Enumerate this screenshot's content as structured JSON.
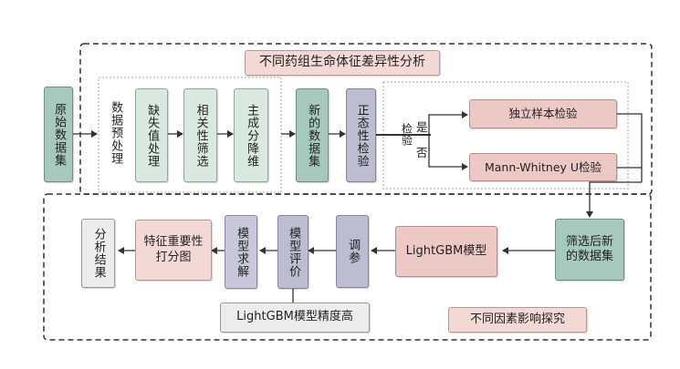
{
  "title": "不同药组生命体征差异性分析",
  "bottom_label": "不同因素影响探究",
  "nodes": {
    "raw_data": "原始数据集",
    "preprocess": "数据预处理",
    "missing": "缺失值处理",
    "corr_filter": "相关性筛选",
    "pca": "主成分降维",
    "new_data": "新的数据集",
    "normality": "正态性检验",
    "test_label": "检验",
    "yes": "是",
    "no": "否",
    "t_test": "独立样本检验",
    "mw_test": "Mann-Whitney U检验",
    "filtered": "筛选后新的数据集",
    "lgbm": "LightGBM模型",
    "tune": "调参",
    "evaluate": "模型评价",
    "solve": "模型求解",
    "importance": "特征重要性打分图",
    "result": "分析结果",
    "precision": "LightGBM模型精度高"
  },
  "colors": {
    "teal": "#a7c9bd",
    "mint": "#d9e9df",
    "lavender": "#bdbcd0",
    "pink": "#edc9c5",
    "light_gray": "#ececec",
    "line": "#333333"
  }
}
